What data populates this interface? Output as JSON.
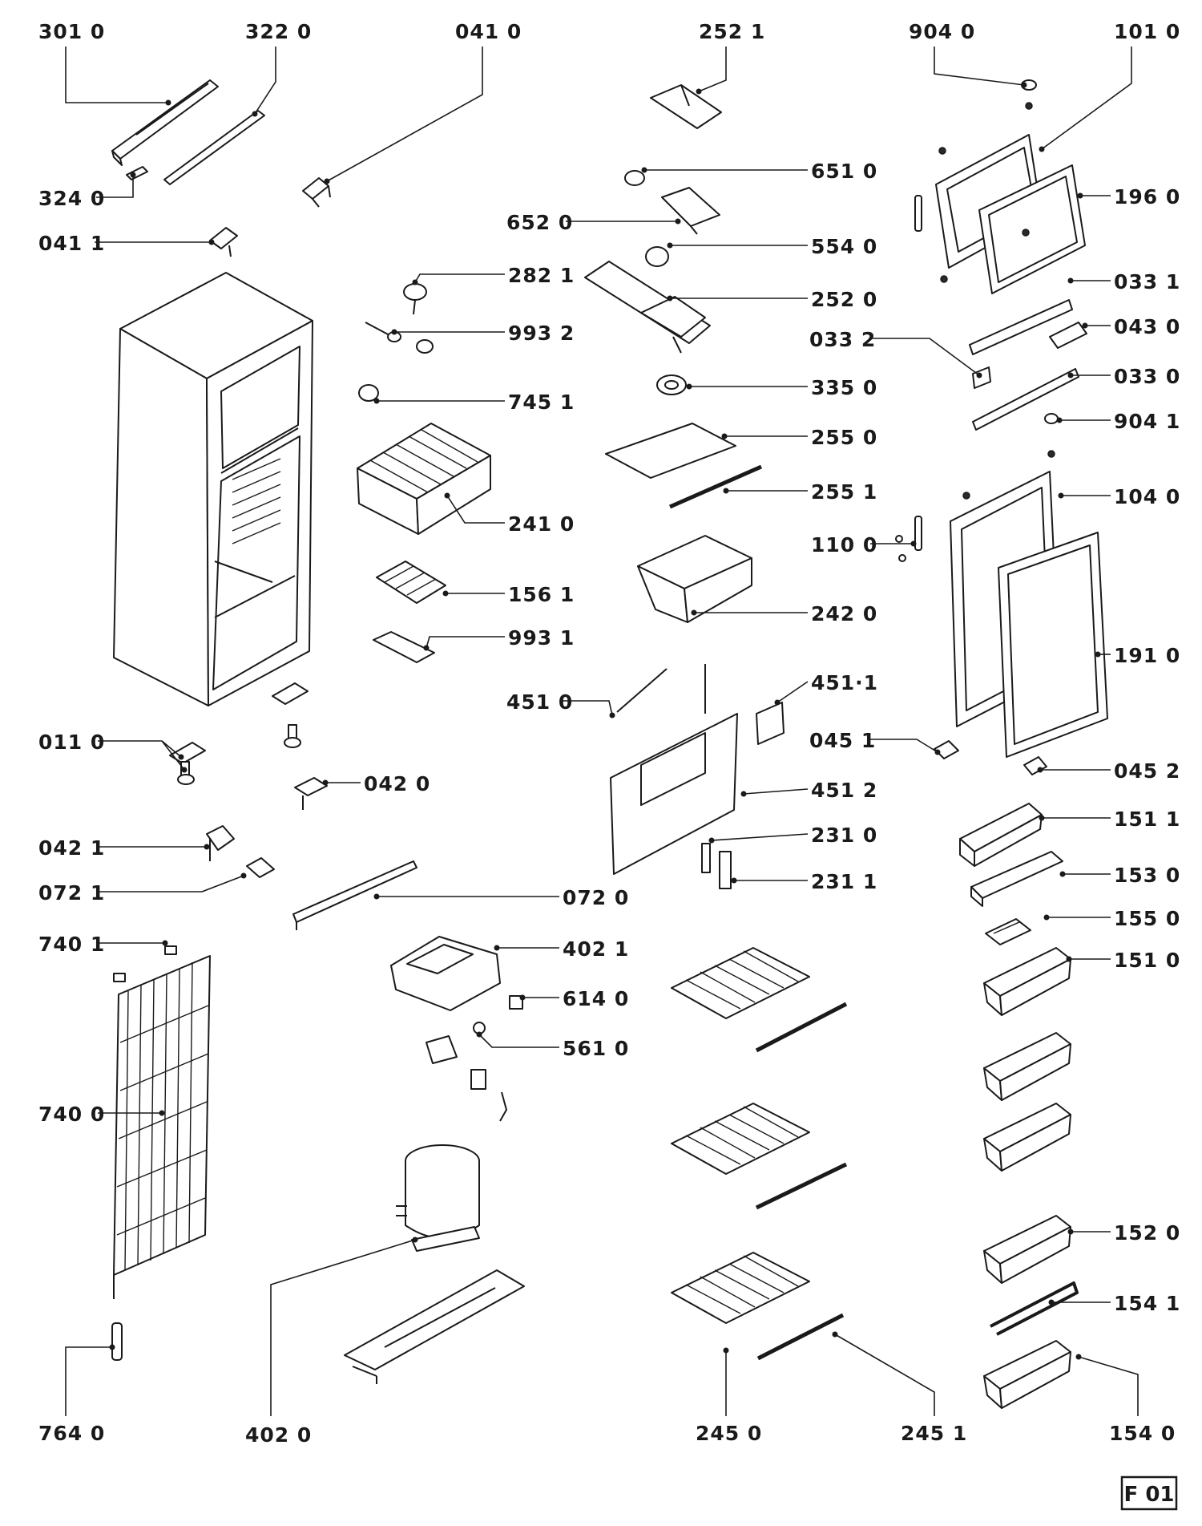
{
  "sheet_code": "F 01",
  "callouts": [
    "301 0",
    "322 0",
    "041 0",
    "252 1",
    "904 0",
    "101 0",
    "324 0",
    "651 0",
    "196 0",
    "041 1",
    "652 0",
    "554 0",
    "282 1",
    "252 0",
    "033 1",
    "993 2",
    "033 2",
    "043 0",
    "745 1",
    "335 0",
    "033 0",
    "904 1",
    "255 0",
    "255 1",
    "104 0",
    "241 0",
    "110 0",
    "156 1",
    "242 0",
    "993 1",
    "191 0",
    "451 0",
    "451·1",
    "011 0",
    "045 1",
    "042 0",
    "451 2",
    "045 2",
    "231 0",
    "151 1",
    "042 1",
    "231 1",
    "153 0",
    "072 1",
    "072 0",
    "155 0",
    "740 1",
    "402 1",
    "151 0",
    "614 0",
    "561 0",
    "740 0",
    "152 0",
    "154 1",
    "764 0",
    "402 0",
    "245 0",
    "245 1",
    "154 0"
  ]
}
